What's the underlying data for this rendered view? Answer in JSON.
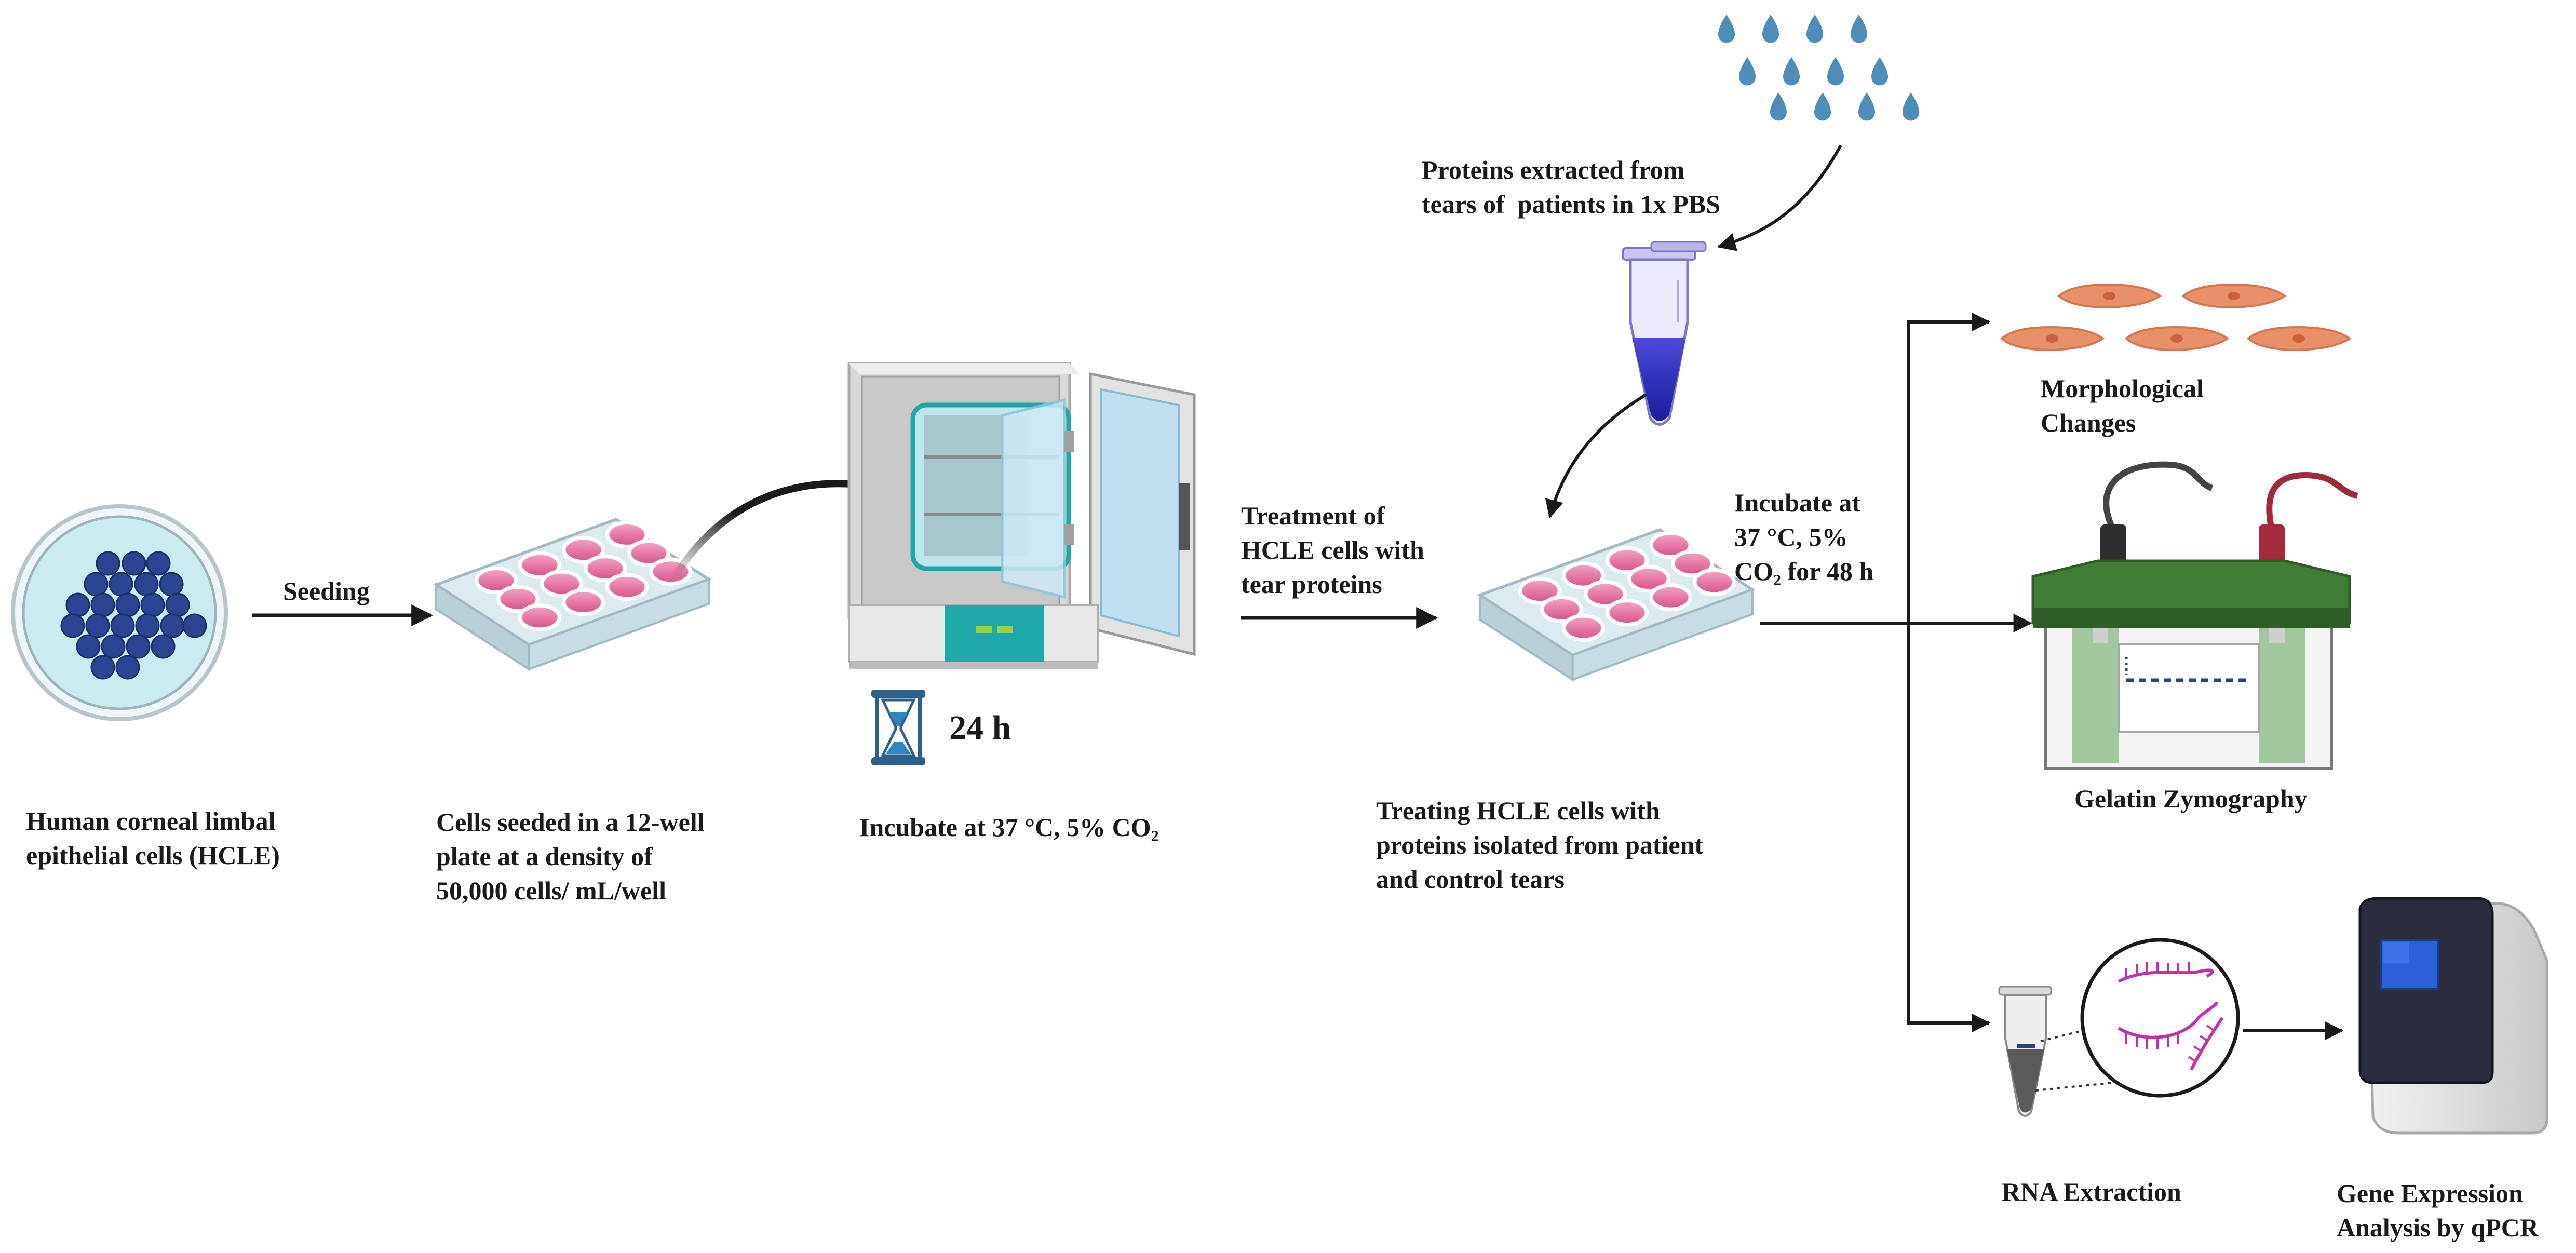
{
  "labels": {
    "hcle": "Human corneal limbal\nepithelial cells (HCLE)",
    "seeding": "Seeding",
    "seeded": "Cells seeded in a 12-well\nplate at a density of\n50,000 cells/ mL/well",
    "time": "24 h",
    "incubate1": "Incubate at 37 °C, 5% CO₂",
    "treatment": "Treatment of\nHCLE cells with\ntear proteins",
    "proteins": "Proteins extracted from\ntears of  patients in 1x PBS",
    "treating": "Treating HCLE cells with\nproteins isolated from patient\nand control tears",
    "incubate2": "Incubate at\n37 °C, 5%\nCO₂ for 48 h",
    "morph": "Morphological\nChanges",
    "zymo": "Gelatin Zymography",
    "rna": "RNA Extraction",
    "qpcr": "Gene Expression\nAnalysis by qPCR"
  },
  "icons": [
    "petri-dish-icon",
    "well-plate-icon",
    "incubator-icon",
    "hourglass-icon",
    "tear-drops-icon",
    "microtube-icon",
    "cell-icon",
    "gel-electrophoresis-icon",
    "rna-strand-icon",
    "qpcr-machine-icon"
  ],
  "colors": {
    "arrow": "#1a1a1a",
    "cells_blue": "#2a4591",
    "well_pink": "#d9508a",
    "tear_blue": "#4d8db8",
    "cell_orange": "#e8906a",
    "gel_green": "#3f7c34",
    "incubator_teal": "#1fa8a8",
    "rna_magenta": "#c12fae"
  }
}
